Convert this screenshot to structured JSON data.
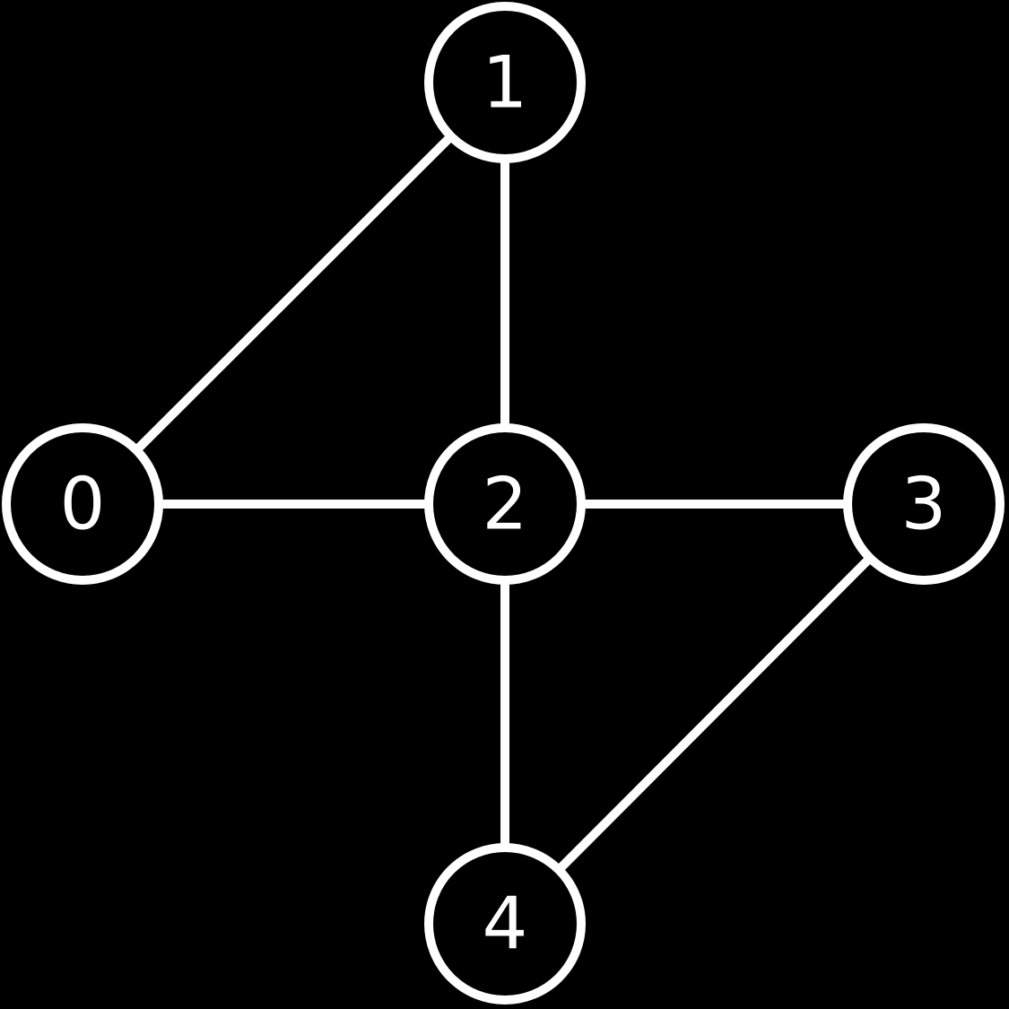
{
  "colors": {
    "background": "#000000",
    "foreground": "#ffffff"
  },
  "nodes": [
    {
      "id": "0",
      "label": "0"
    },
    {
      "id": "1",
      "label": "1"
    },
    {
      "id": "2",
      "label": "2"
    },
    {
      "id": "3",
      "label": "3"
    },
    {
      "id": "4",
      "label": "4"
    }
  ],
  "edges": [
    {
      "from": "0",
      "to": "1"
    },
    {
      "from": "1",
      "to": "2"
    },
    {
      "from": "0",
      "to": "2"
    },
    {
      "from": "2",
      "to": "3"
    },
    {
      "from": "2",
      "to": "4"
    },
    {
      "from": "3",
      "to": "4"
    }
  ]
}
